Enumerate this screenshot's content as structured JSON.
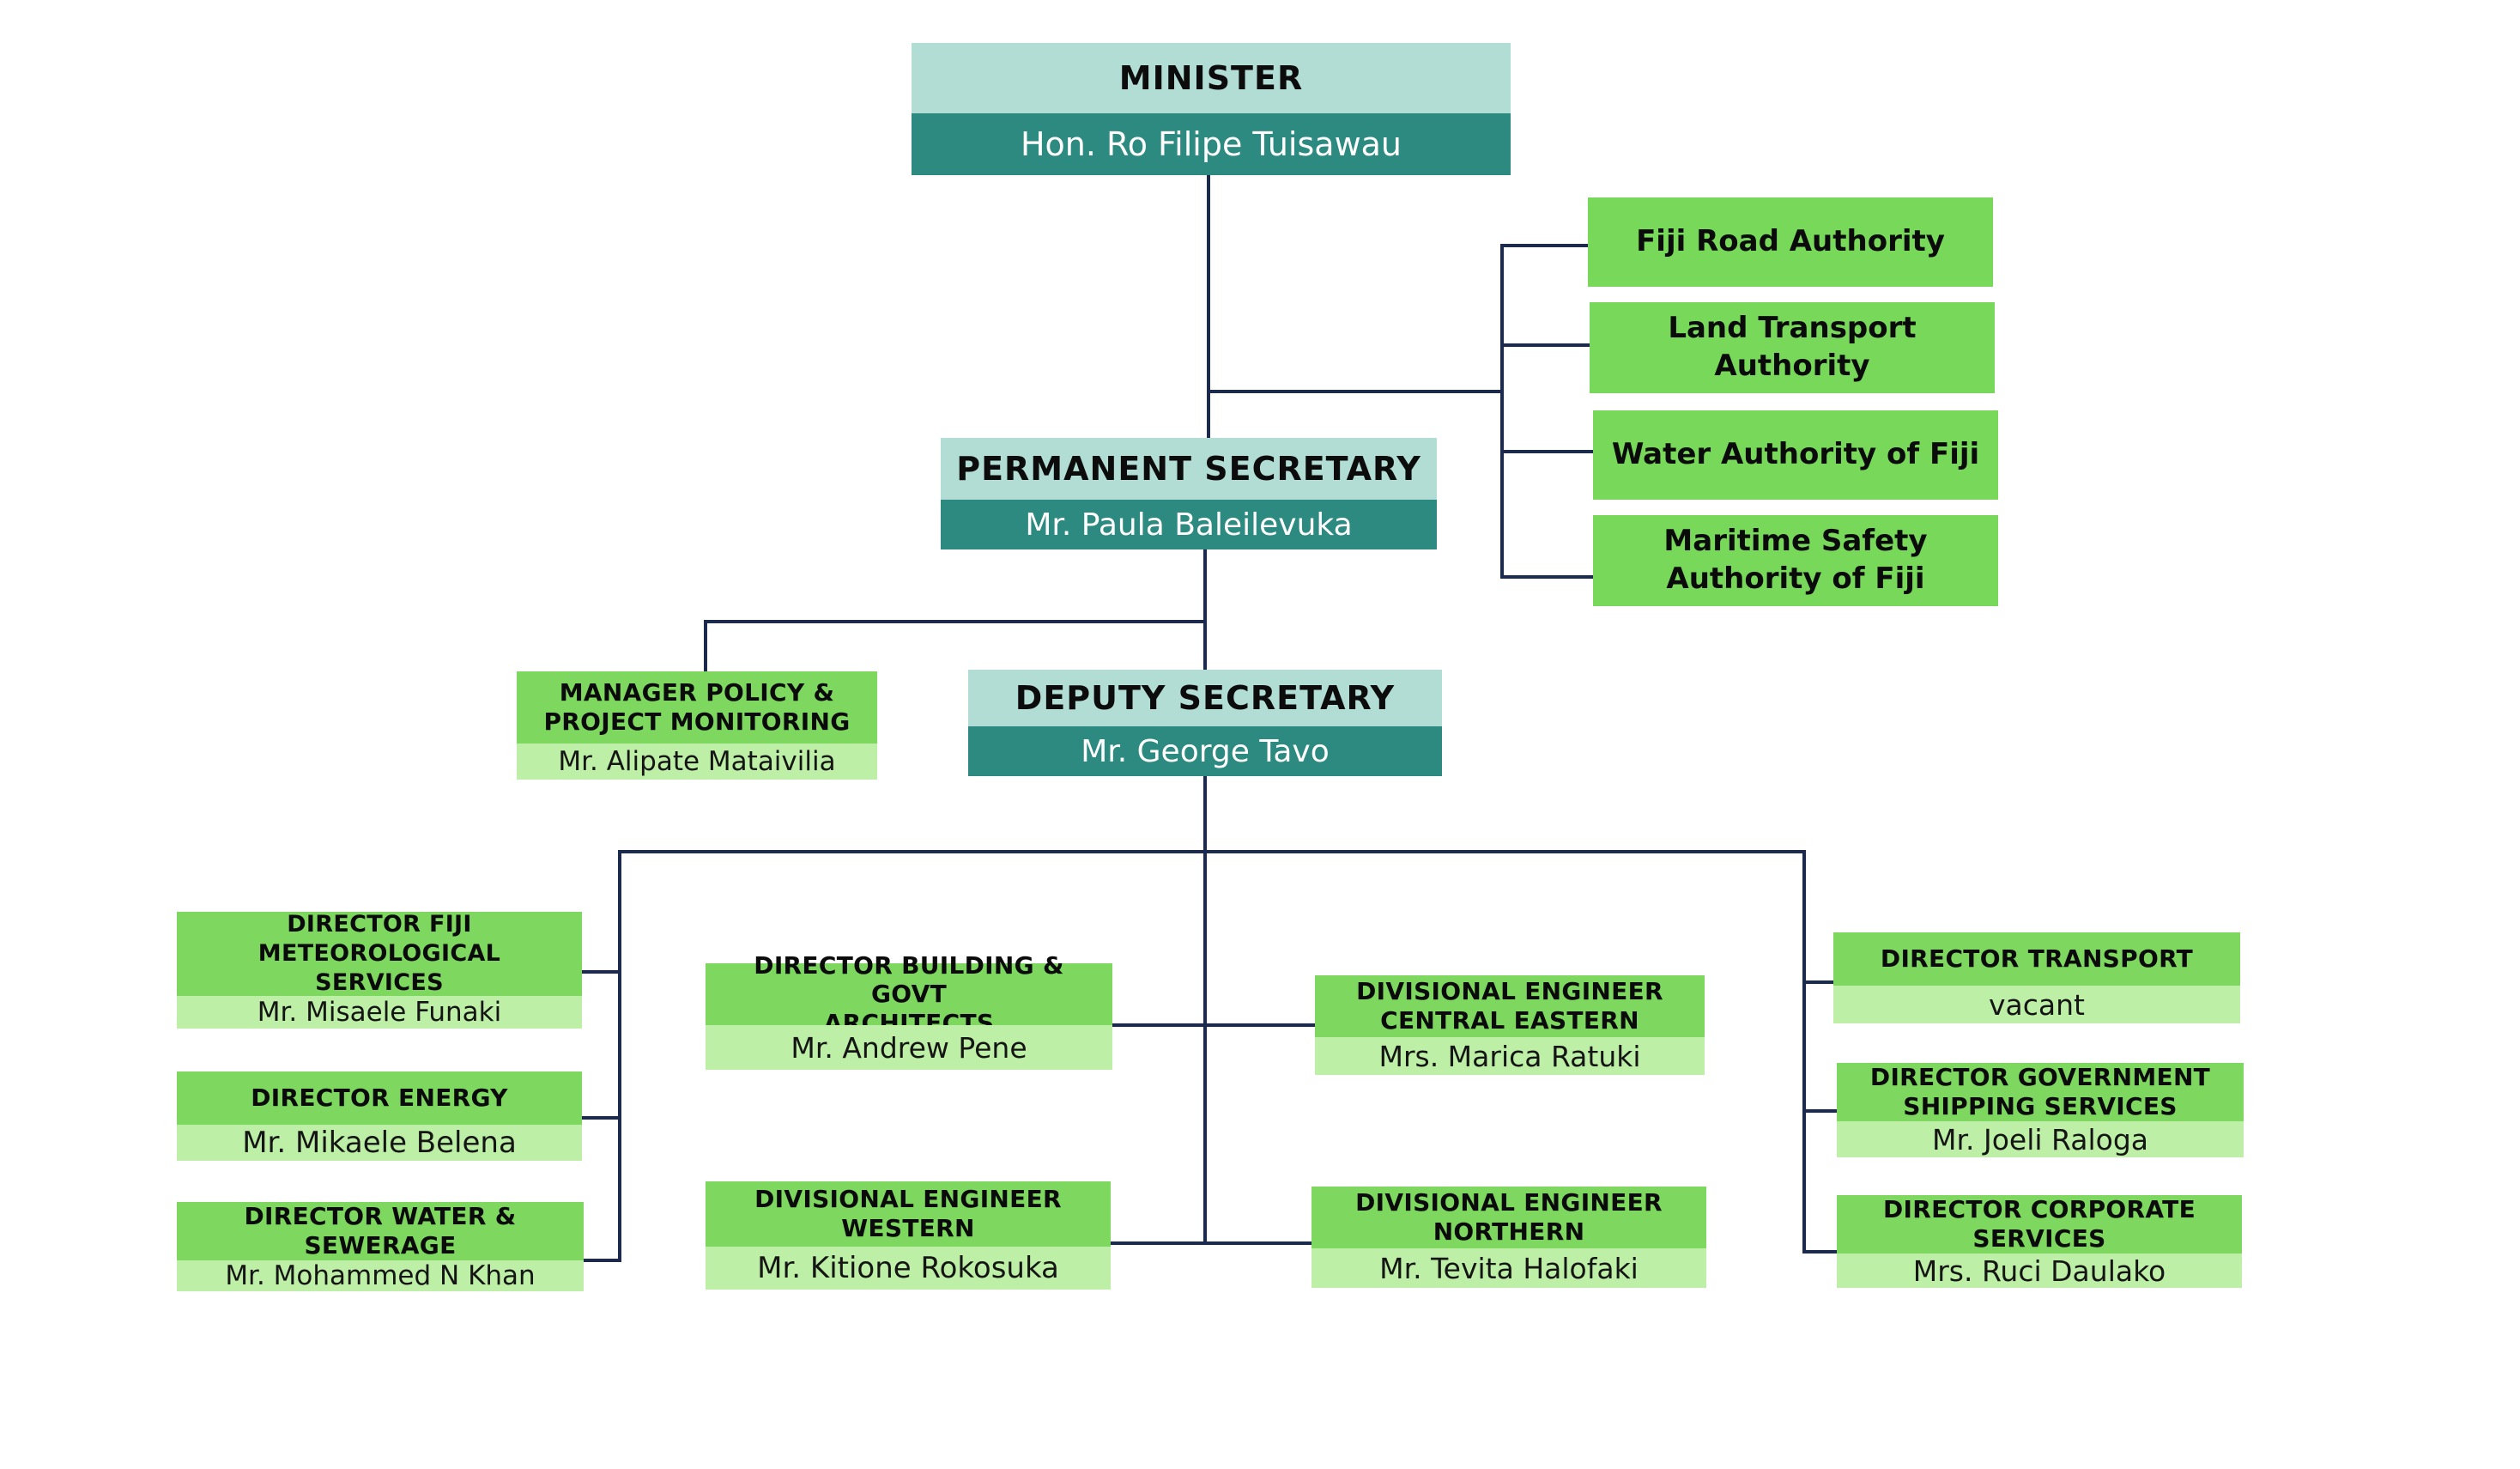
{
  "colors": {
    "connector": "#1c2a4e",
    "exec_title_bg": "#b2ddd5",
    "exec_name_bg": "#2d8a80",
    "director_title_bg": "#7ed75f",
    "director_name_bg": "#bdf0a6",
    "authority_bg": "#78d85a"
  },
  "minister": {
    "title": "MINISTER",
    "name": "Hon. Ro Filipe Tuisawau"
  },
  "permanent_secretary": {
    "title": "PERMANENT SECRETARY",
    "name": "Mr. Paula Baleilevuka"
  },
  "deputy_secretary": {
    "title": "DEPUTY SECRETARY",
    "name": "Mr. George Tavo"
  },
  "manager_policy": {
    "title": "MANAGER POLICY &\nPROJECT MONITORING",
    "name": "Mr. Alipate Mataivilia"
  },
  "authorities": [
    "Fiji Road Authority",
    "Land Transport\nAuthority",
    "Water Authority of Fiji",
    "Maritime Safety\nAuthority of Fiji"
  ],
  "directors": {
    "meteorological": {
      "title": "DIRECTOR FIJI\nMETEOROLOGICAL\nSERVICES",
      "name": "Mr. Misaele Funaki"
    },
    "energy": {
      "title": "DIRECTOR ENERGY",
      "name": "Mr. Mikaele Belena"
    },
    "water_sewerage": {
      "title": "DIRECTOR WATER &\nSEWERAGE",
      "name": "Mr. Mohammed N Khan"
    },
    "building": {
      "title": "DIRECTOR BUILDING & GOVT\nARCHITECTS",
      "name": "Mr. Andrew Pene"
    },
    "div_western": {
      "title": "DIVISIONAL ENGINEER\nWESTERN",
      "name": "Mr. Kitione Rokosuka"
    },
    "div_central_eastern": {
      "title": "DIVISIONAL ENGINEER\nCENTRAL EASTERN",
      "name": "Mrs. Marica Ratuki"
    },
    "div_northern": {
      "title": "DIVISIONAL ENGINEER\nNORTHERN",
      "name": "Mr. Tevita Halofaki"
    },
    "transport": {
      "title": "DIRECTOR TRANSPORT",
      "name": "vacant"
    },
    "shipping": {
      "title": "DIRECTOR GOVERNMENT\nSHIPPING SERVICES",
      "name": "Mr. Joeli Raloga"
    },
    "corporate": {
      "title": "DIRECTOR CORPORATE\nSERVICES",
      "name": "Mrs. Ruci Daulako"
    }
  }
}
